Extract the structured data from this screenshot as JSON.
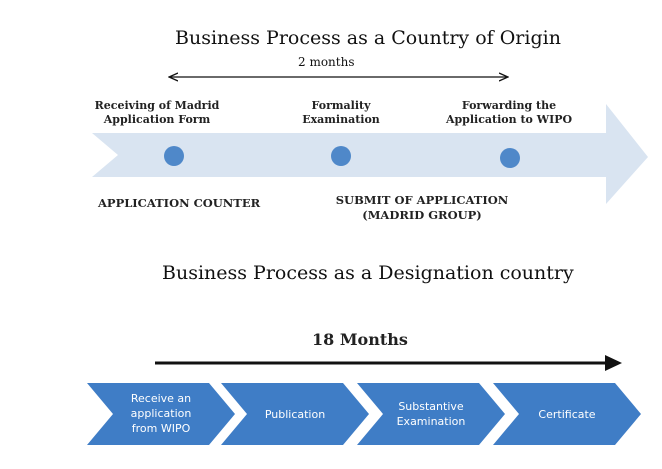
{
  "origin": {
    "title": "Business Process as a Country of Origin",
    "duration": "2 months",
    "stages": [
      {
        "label": "Receiving of Madrid\nApplication Form"
      },
      {
        "label": "Formality\nExamination"
      },
      {
        "label": "Forwarding the\nApplication to WIPO"
      }
    ],
    "bottom_left": "APPLICATION COUNTER",
    "bottom_right": "SUBMIT OF APPLICATION\n(MADRID GROUP)",
    "colors": {
      "arrow": "#d9e4f1",
      "dot": "#4f88c9"
    }
  },
  "designation": {
    "title": "Business Process as a Designation country",
    "duration": "18 Months",
    "steps": [
      {
        "label": "Receive an\napplication\nfrom WIPO"
      },
      {
        "label": "Publication"
      },
      {
        "label": "Substantive\nExamination"
      },
      {
        "label": "Certificate"
      }
    ],
    "colors": {
      "chevron": "#3f7dc6",
      "text": "#ffffff"
    }
  }
}
